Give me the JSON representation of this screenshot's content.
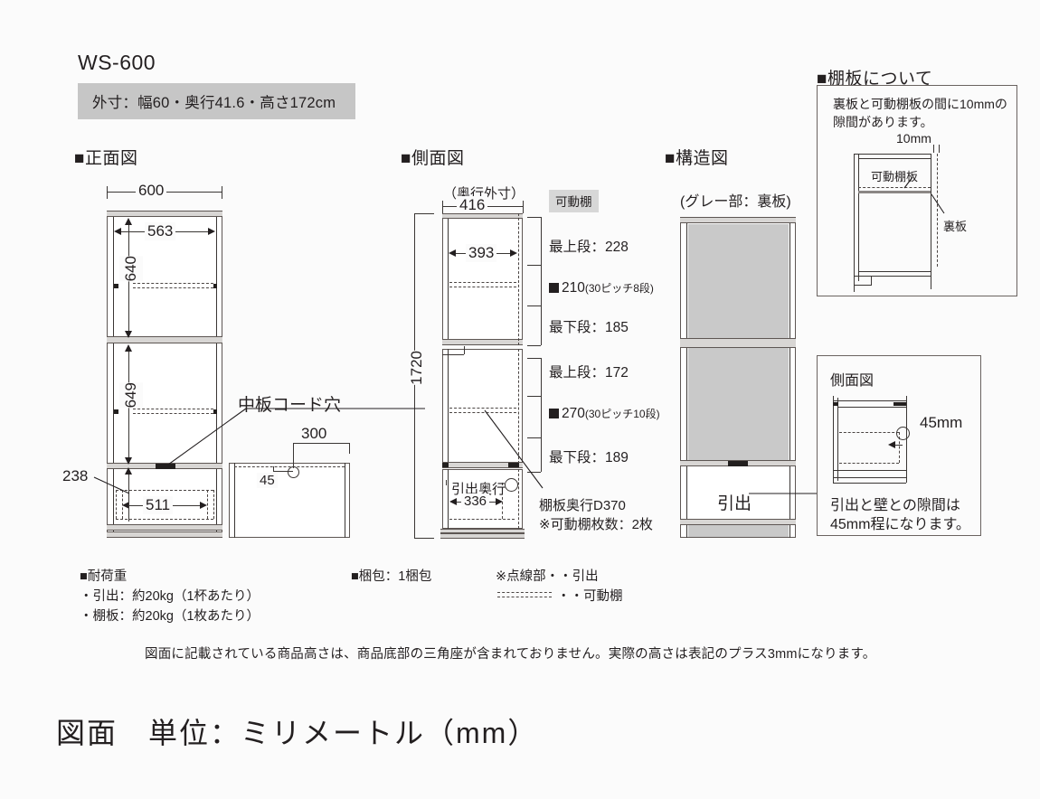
{
  "header": {
    "model_code": "WS-600",
    "spec_badge": "外寸：幅60・奥行41.6・高さ172cm"
  },
  "sections": {
    "front_view": "■正面図",
    "side_view": "■側面図",
    "structure_view": "■構造図",
    "shelf_about": "■棚板について"
  },
  "front_view": {
    "width_outer": "600",
    "width_inner": "563",
    "upper_section_height": "640",
    "lower_section_height": "649",
    "drawer_height": "238",
    "drawer_width": "511",
    "cord_hole_label": "中板コード穴",
    "detail": {
      "width_300": "300",
      "offset_45": "45"
    }
  },
  "side_view": {
    "depth_caption": "（奥行外寸）",
    "depth_outer": "416",
    "depth_inner": "393",
    "total_height": "1720",
    "drawer_depth_label": "引出奥行",
    "drawer_depth": "336",
    "shelf_badge": "可動棚",
    "shelf_note_1": "棚板奥行D370",
    "shelf_note_2": "※可動棚枚数：2枚",
    "upper_shelf_rows": [
      {
        "label": "最上段：228"
      },
      {
        "label": "210",
        "suffix": "(30ピッチ8段)",
        "bullet": true
      },
      {
        "label": "最下段：185"
      }
    ],
    "lower_shelf_rows": [
      {
        "label": "最上段：172"
      },
      {
        "label": "270",
        "suffix": "(30ピッチ10段)",
        "bullet": true
      },
      {
        "label": "最下段：189"
      }
    ]
  },
  "structure_view": {
    "legend": "(グレー部：裏板)",
    "drawer_label": "引出"
  },
  "shelf_panel": {
    "text_line1": "裏板と可動棚板の間に10mmの",
    "text_line2": "隙間があります。",
    "gap_label": "10mm",
    "movable_shelf_label": "可動棚板",
    "back_panel_label": "裏板"
  },
  "side_detail_panel": {
    "title": "側面図",
    "gap_label": "45mm",
    "text_line1": "引出と壁との隙間は",
    "text_line2": "45mm程になります。"
  },
  "notes": {
    "load_title": "■耐荷重",
    "load_drawer": "・引出：約20kg（1杯あたり）",
    "load_shelf": "・棚板：約20kg（1枚あたり）",
    "packing": "■梱包：1梱包",
    "legend_dotted": "※点線部・・引出",
    "legend_dashed": "・・可動棚"
  },
  "footnote": "図面に記載されている商品高さは、商品底部の三角座が含まれておりません。実際の高さは表記のプラス3mmになります。",
  "unit_title": "図面　単位：ミリメートル（mm）",
  "colors": {
    "badge_gray": "#c6c6c6",
    "back_panel_gray": "#c9c9c9",
    "line": "#3a3634",
    "text": "#231f20"
  }
}
